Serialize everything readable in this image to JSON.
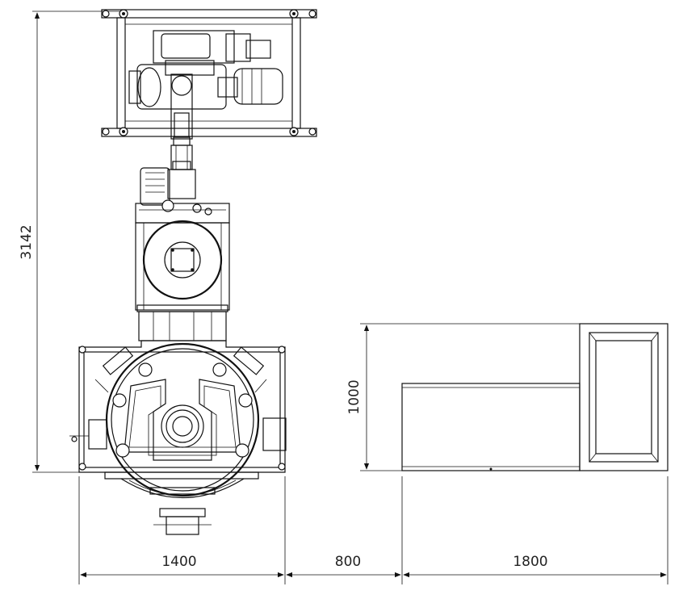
{
  "drawing": {
    "dimensions": {
      "overall_height": "3142",
      "module_height": "1000",
      "width_main": "1400",
      "gap": "800",
      "width_module": "1800"
    }
  }
}
